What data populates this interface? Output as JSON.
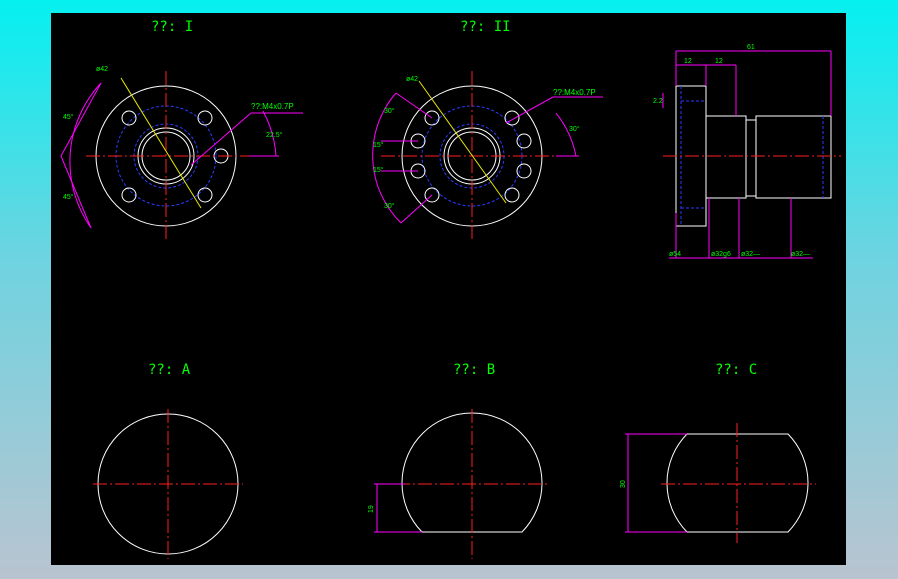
{
  "views": {
    "view_1": {
      "title": "??: I"
    },
    "view_2": {
      "title": "??: II"
    },
    "view_a": {
      "title": "??: A"
    },
    "view_b": {
      "title": "??: B"
    },
    "view_c": {
      "title": "??: C"
    }
  },
  "dims": {
    "d42_1": "ø42",
    "thread_1": "??:M4x0.7P",
    "a45_top": "45°",
    "a45_bot": "45°",
    "a22": "22.5°",
    "d42_2": "ø42",
    "thread_2": "??:M4x0.7P",
    "a30_tl": "30°",
    "a15_t": "15°",
    "a15_b": "15°",
    "a30_bl": "30°",
    "a30_r": "30°",
    "len_61": "61",
    "len_12a": "12",
    "len_12b": "12",
    "side_small": "2.2",
    "d54": "ø54",
    "d32g6": "ø32g6",
    "d32a": "ø32—",
    "d32b": "ø32—",
    "h19": "19",
    "h30": "30"
  }
}
